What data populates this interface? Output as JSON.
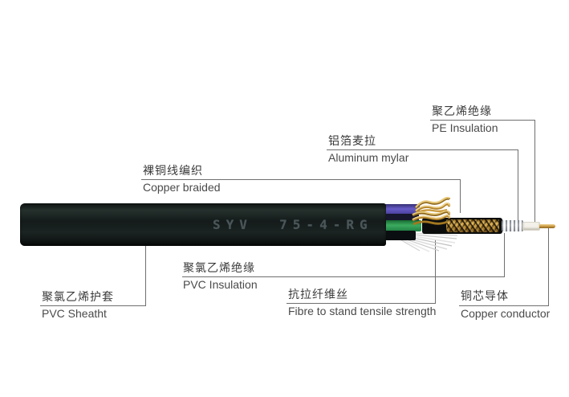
{
  "meta": {
    "title": "SYV 75-4-RG coaxial cable structure diagram",
    "background": "#ffffff",
    "leader_line_color": "#6f6f6f",
    "label_text_color": "#3a3a3a"
  },
  "cable": {
    "print_text": "SYV  75-4-RG",
    "jacket_color": "#141b1a",
    "print_color": "#4b565a",
    "wire_colors": {
      "purple": "#675bc6",
      "navy": "#16162c",
      "green": "#3cab5f",
      "dark": "#0b0e10"
    },
    "copper_color": "#c99a3d",
    "braid_color": "#b3832a",
    "mylar_color": "#dfe2e8",
    "pe_color": "#f3f1ea",
    "conductor_color": "#c3913a",
    "fiber_color": "#d8d8d8"
  },
  "labels": {
    "pe_insulation": {
      "zh": "聚乙烯绝缘",
      "en": "PE Insulation"
    },
    "aluminum_mylar": {
      "zh": "铝箔麦拉",
      "en": "Aluminum mylar"
    },
    "copper_braided": {
      "zh": "裸铜线编织",
      "en": "Copper braided"
    },
    "pvc_sheath": {
      "zh": "聚氯乙烯护套",
      "en": "PVC Sheatht"
    },
    "pvc_insulation": {
      "zh": "聚氯乙烯绝缘",
      "en": "PVC Insulation"
    },
    "tensile_fibre": {
      "zh": "抗拉纤维丝",
      "en": "Fibre to stand tensile strength"
    },
    "copper_conductor": {
      "zh": "铜芯导体",
      "en": "Copper conductor"
    }
  }
}
